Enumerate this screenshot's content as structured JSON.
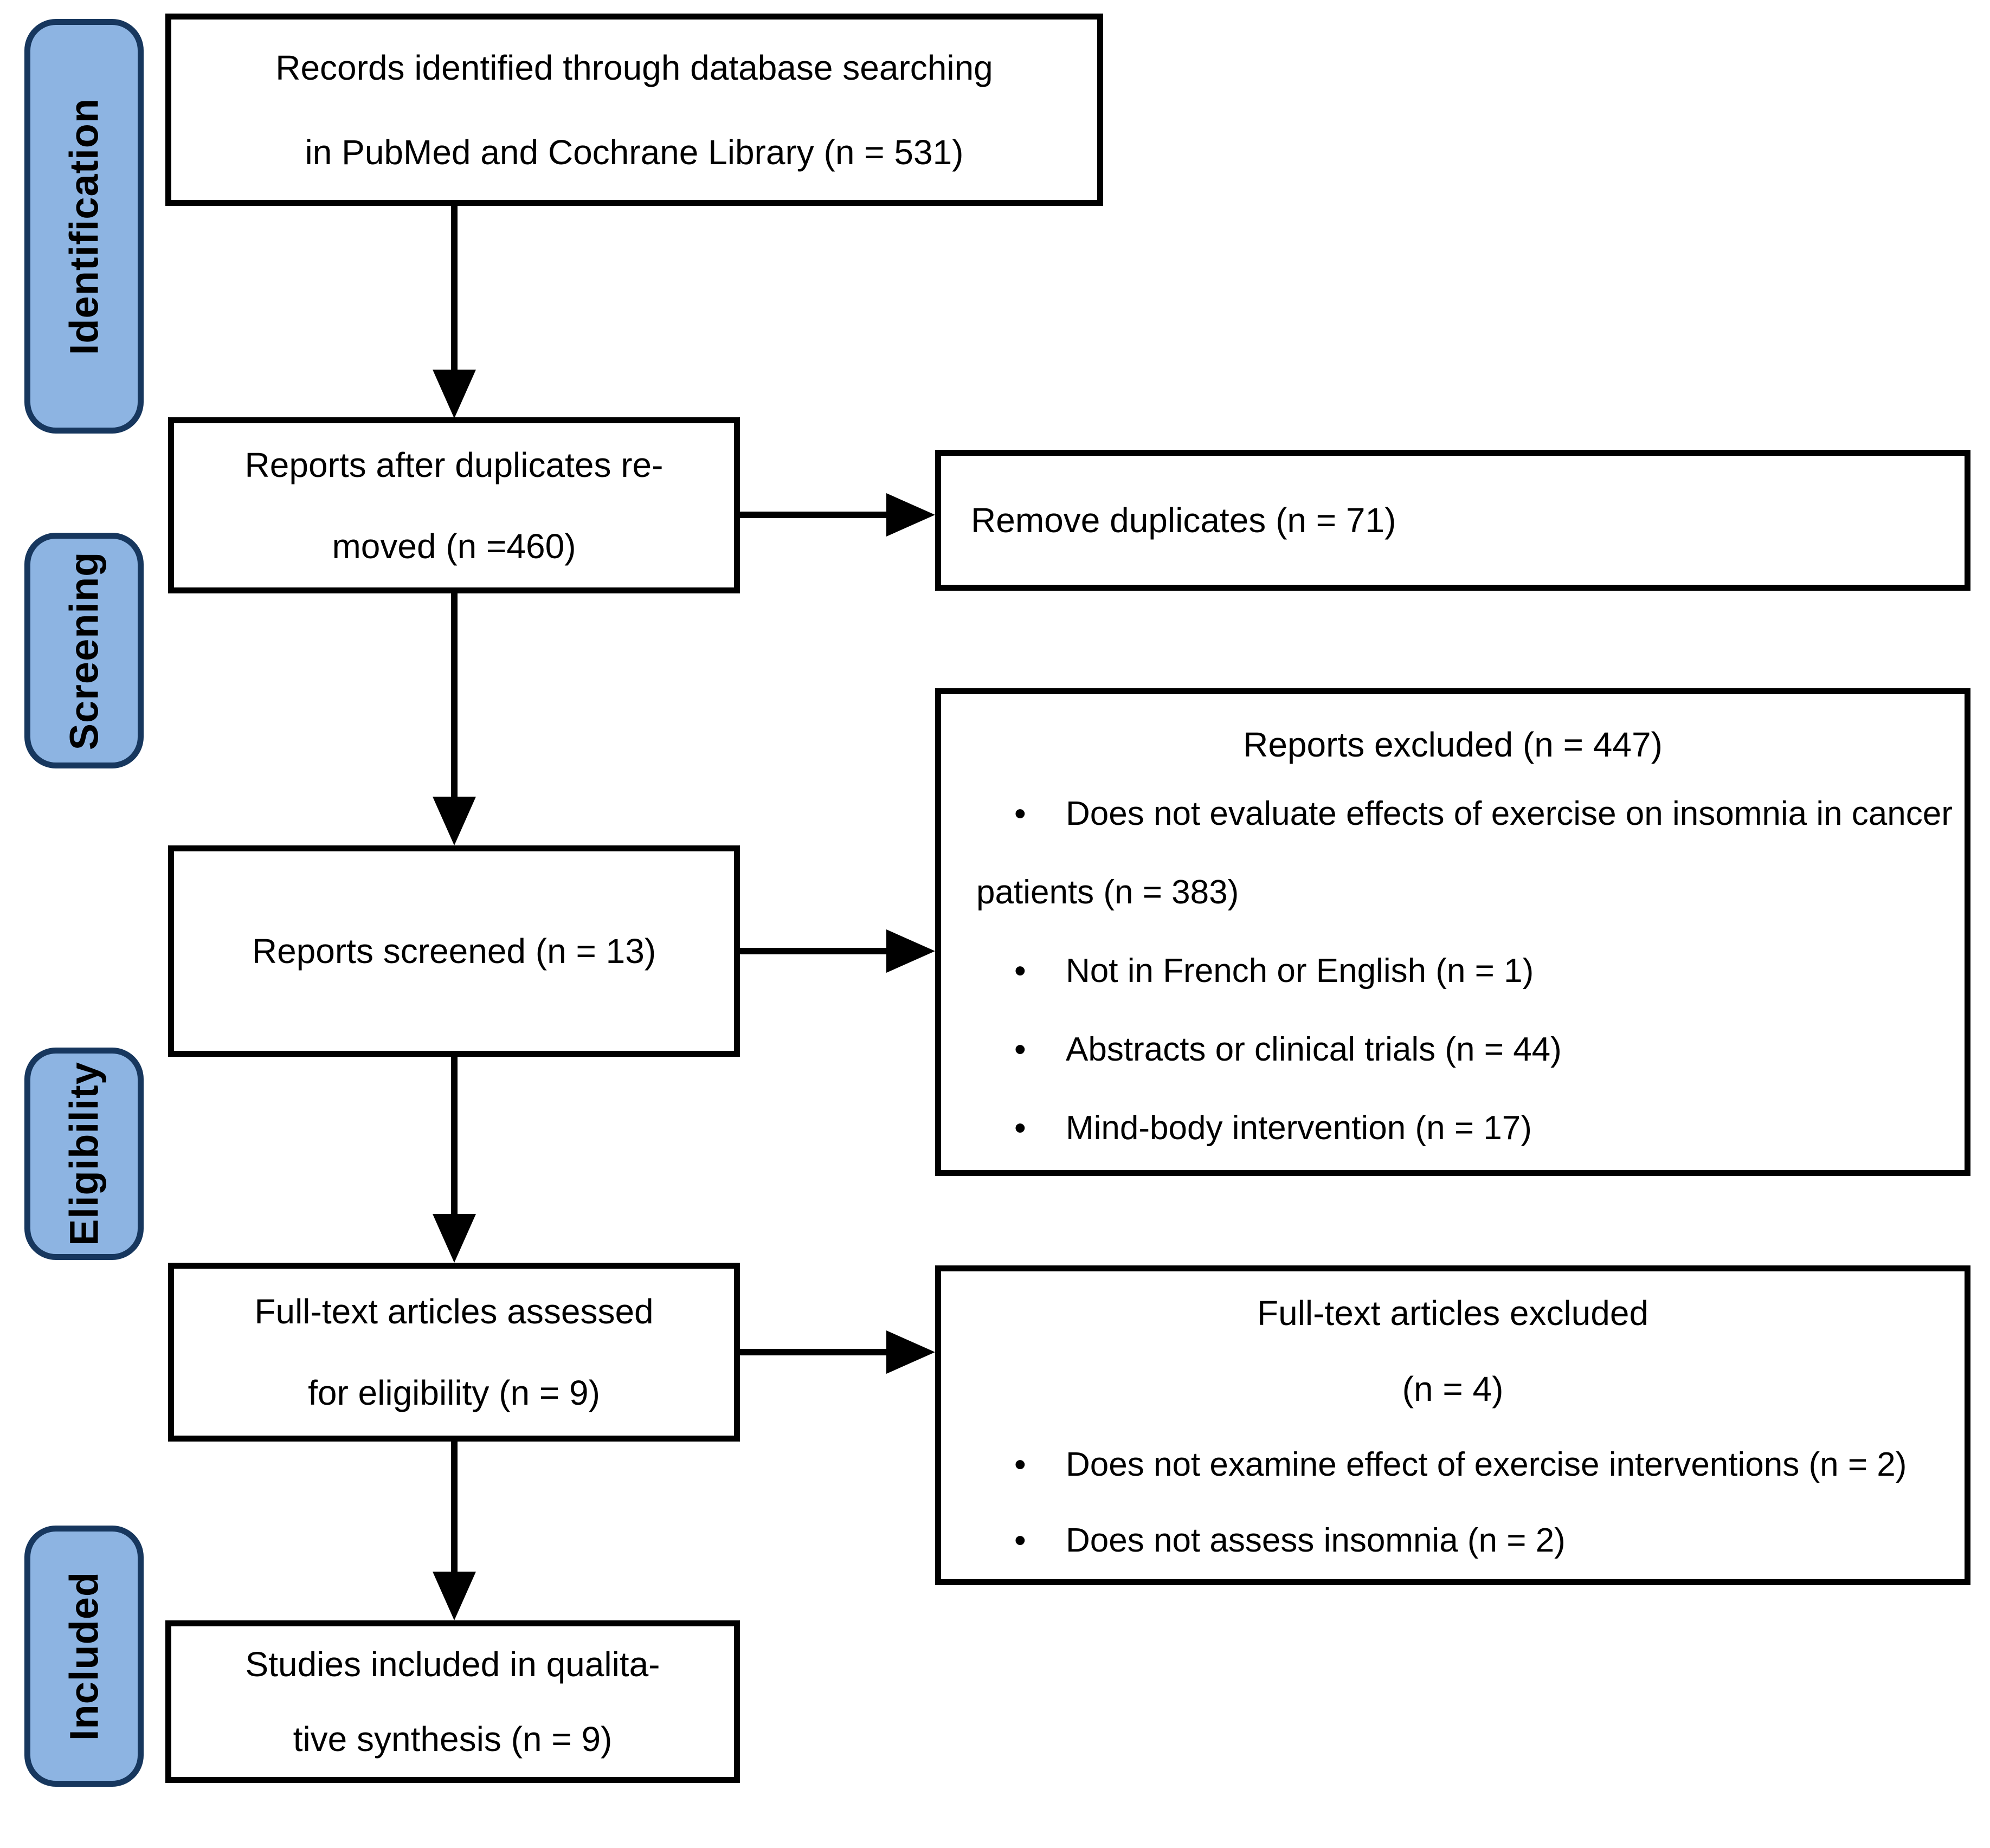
{
  "theme": {
    "background": "#ffffff",
    "stage_fill": "#8DB4E2",
    "stage_border": "#17375E",
    "box_border": "#000000",
    "text_color": "#000000"
  },
  "stages": [
    {
      "label": "Identification"
    },
    {
      "label": "Screening"
    },
    {
      "label": "Eligibility"
    },
    {
      "label": "Included"
    }
  ],
  "boxes": {
    "records_identified": {
      "line1": "Records identified through database searching",
      "line2": "in PubMed and Cochrane Library (n = 531)"
    },
    "after_duplicates": {
      "line1": "Reports after duplicates re-",
      "line2": "moved (n =460)"
    },
    "remove_duplicates": {
      "label": "Remove duplicates (n = 71)"
    },
    "reports_screened": {
      "label": "Reports screened (n = 13)"
    },
    "reports_excluded": {
      "title": "Reports excluded (n = 447)",
      "items": [
        "Does not evaluate effects of exercise on insomnia in cancer patients (n = 383)",
        "Not in French or English (n = 1)",
        "Abstracts or clinical trials (n = 44)",
        "Mind-body intervention (n = 17)"
      ]
    },
    "fulltext_assessed": {
      "line1": "Full-text articles assessed",
      "line2": "for eligibility (n = 9)"
    },
    "fulltext_excluded": {
      "title_line1": "Full-text articles excluded",
      "title_line2": "(n = 4)",
      "items": [
        "Does not examine effect of exercise interventions (n = 2)",
        "Does not assess insomnia (n = 2)"
      ]
    },
    "studies_included": {
      "line1": "Studies included in qualita-",
      "line2": "tive synthesis (n = 9)"
    }
  }
}
